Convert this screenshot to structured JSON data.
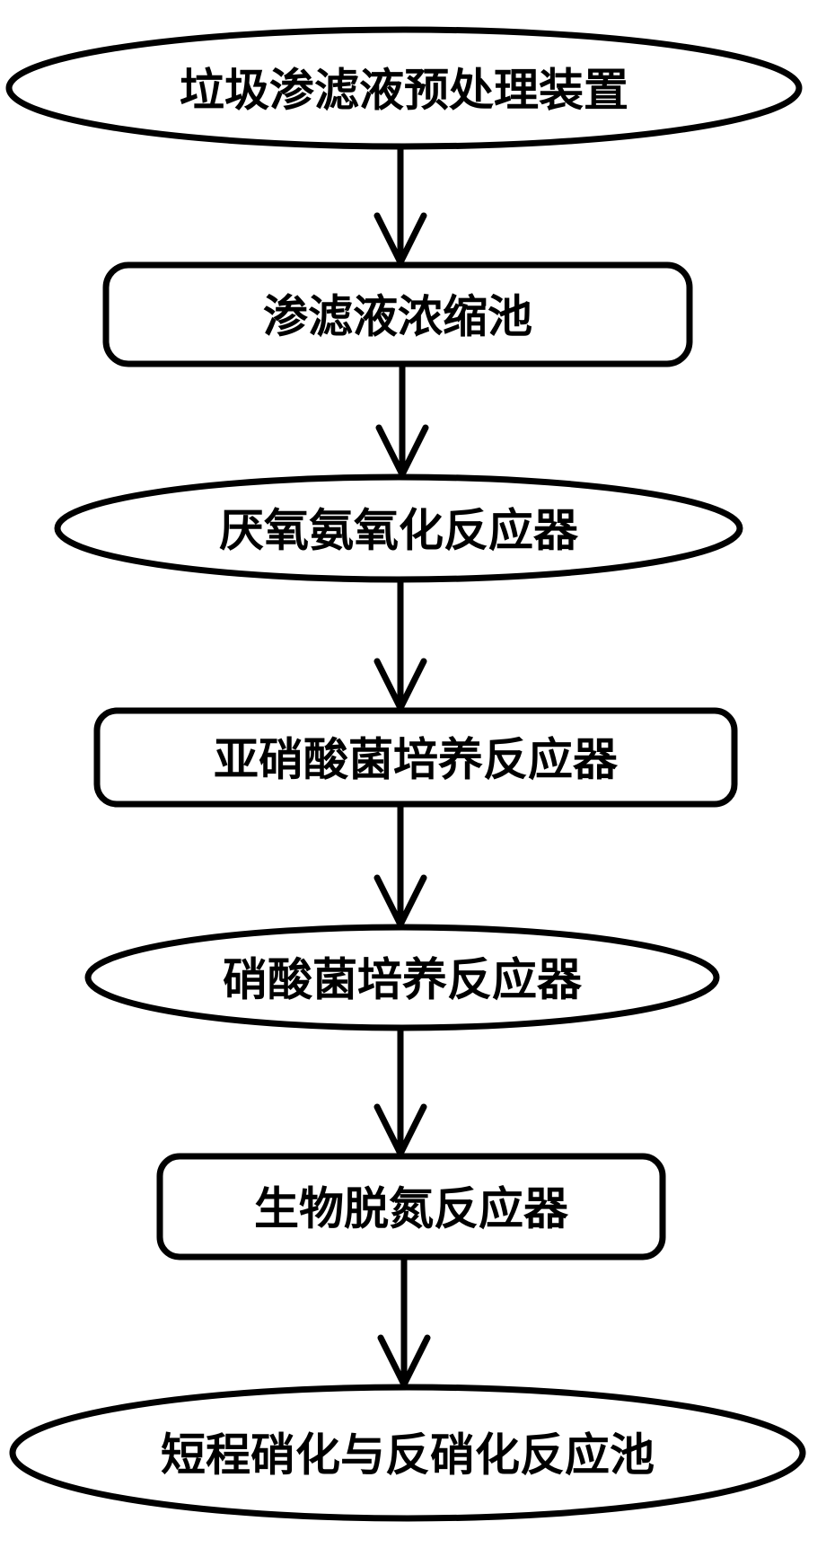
{
  "diagram": {
    "type": "flowchart",
    "direction": "top-to-bottom",
    "colors": {
      "stroke": "#000000",
      "fill": "#ffffff",
      "text": "#000000"
    },
    "nodes": [
      {
        "id": "n1",
        "shape": "ellipse",
        "label": "垃圾渗滤液预处理装置"
      },
      {
        "id": "n2",
        "shape": "rounded-rect",
        "label": "渗滤液浓缩池"
      },
      {
        "id": "n3",
        "shape": "ellipse",
        "label": "厌氧氨氧化反应器"
      },
      {
        "id": "n4",
        "shape": "rounded-rect",
        "label": "亚硝酸菌培养反应器"
      },
      {
        "id": "n5",
        "shape": "ellipse",
        "label": "硝酸菌培养反应器"
      },
      {
        "id": "n6",
        "shape": "rounded-rect",
        "label": "生物脱氮反应器"
      },
      {
        "id": "n7",
        "shape": "ellipse",
        "label": "短程硝化与反硝化反应池"
      }
    ],
    "edges": [
      {
        "from": "n1",
        "to": "n2"
      },
      {
        "from": "n2",
        "to": "n3"
      },
      {
        "from": "n3",
        "to": "n4"
      },
      {
        "from": "n4",
        "to": "n5"
      },
      {
        "from": "n5",
        "to": "n6"
      },
      {
        "from": "n6",
        "to": "n7"
      }
    ]
  }
}
